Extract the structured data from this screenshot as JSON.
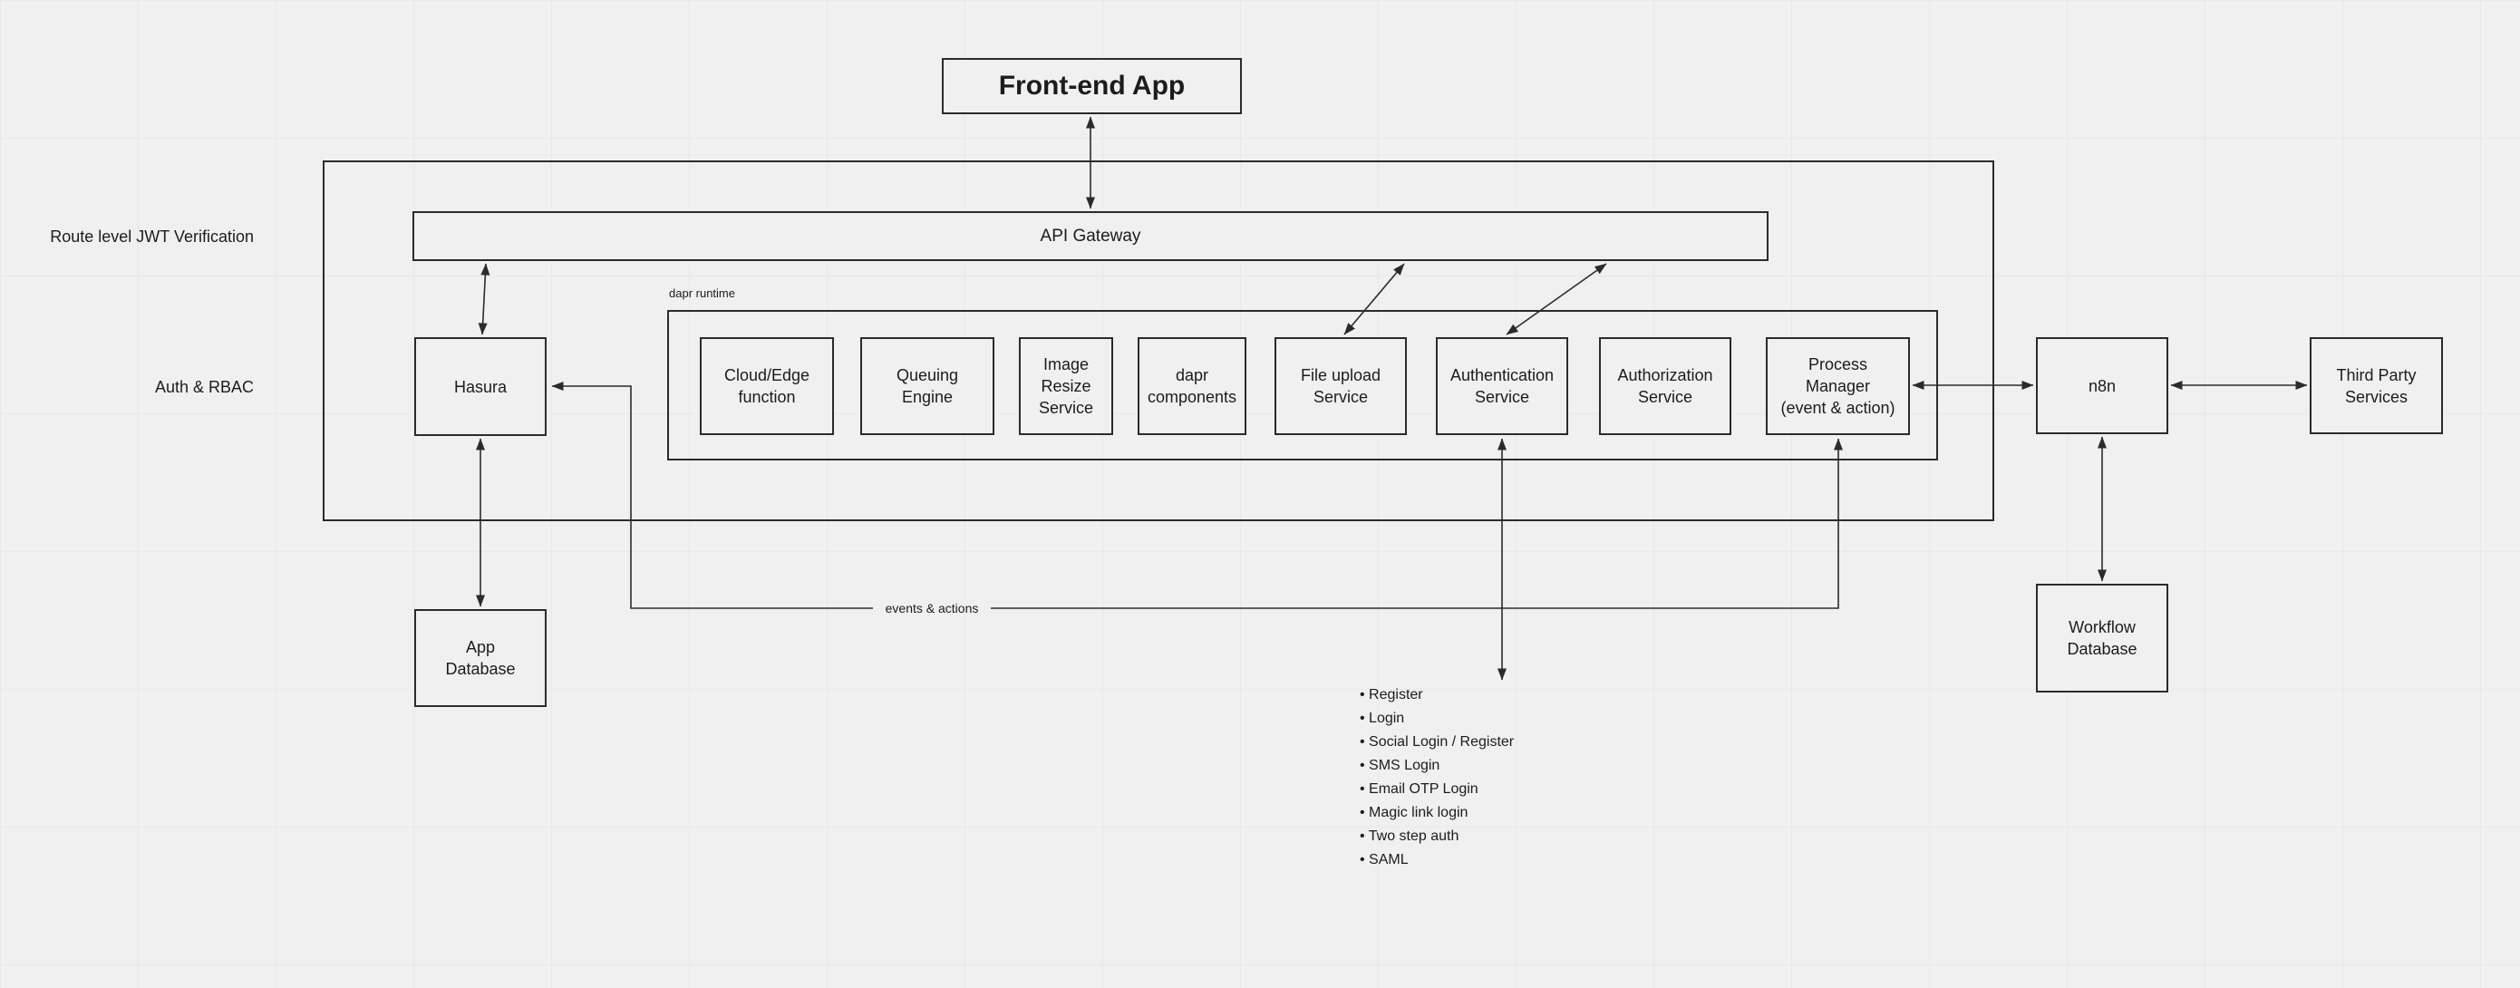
{
  "canvas": {
    "background": "#f0f0f0",
    "grid_color": "#e9e9e9",
    "stroke_color": "#2b2b2b",
    "text_color": "#1c1c1c"
  },
  "lane_labels": {
    "route_jwt": "Route level JWT Verification",
    "auth_rbac": "Auth & RBAC"
  },
  "nodes": {
    "front_end_app": "Front-end App",
    "api_gateway": "API Gateway",
    "dapr_runtime": "dapr runtime",
    "hasura": "Hasura",
    "cloud_edge_function": "Cloud/Edge\nfunction",
    "queuing_engine": "Queuing\nEngine",
    "image_resize_service": "Image\nResize\nService",
    "dapr_components": "dapr\ncomponents",
    "file_upload_service": "File upload\nService",
    "authentication_service": "Authentication\nService",
    "authorization_service": "Authorization\nService",
    "process_manager": "Process\nManager\n(event & action)",
    "n8n": "n8n",
    "third_party_services": "Third Party\nServices",
    "app_database": "App\nDatabase",
    "workflow_database": "Workflow\nDatabase"
  },
  "edge_labels": {
    "events_actions": "events & actions"
  },
  "auth_features": {
    "items": [
      "• Register",
      "• Login",
      "• Social Login / Register",
      "• SMS Login",
      "• Email OTP Login",
      "• Magic link login",
      "• Two step auth",
      "• SAML"
    ]
  }
}
